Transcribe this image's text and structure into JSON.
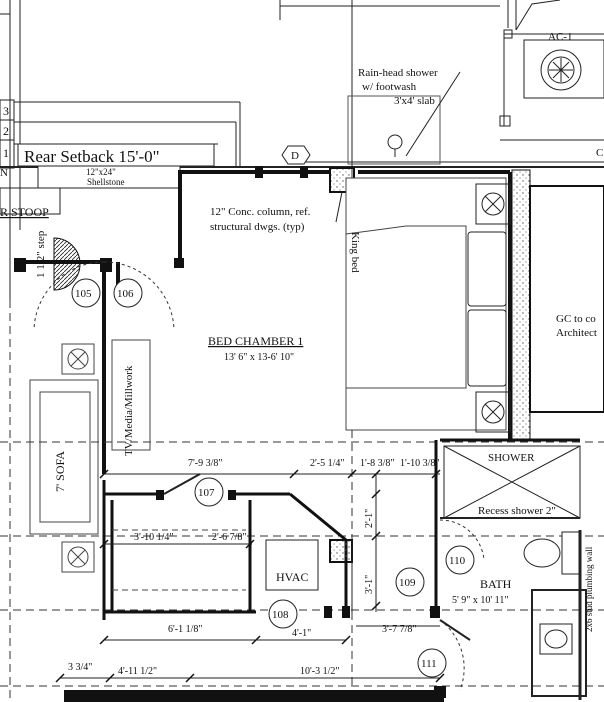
{
  "sheet": {
    "level_markers": [
      "3",
      "2",
      "1"
    ],
    "edge_text": [
      "N",
      "C"
    ]
  },
  "labels": {
    "rear_setback": "Rear Setback 15'-0\"",
    "shellstone": [
      "12\"x24\"",
      "Shellstone"
    ],
    "stoop": "R STOOP",
    "step": "1 1/2\" step",
    "ac_unit": "AC-1",
    "shower_note": [
      "Rain-head shower",
      "w/ footwash",
      "3'x4' slab"
    ],
    "column_tag": "D",
    "column_note": [
      "12\" Conc. column, ref.",
      "structural dwgs. (typ)"
    ],
    "bed": "King bed",
    "gc_note": [
      "GC to co",
      "Architect"
    ],
    "tv_wall": "TV/Media/Millwork",
    "sofa": "7' SOFA",
    "hvac": "HVAC",
    "shower_room": "SHOWER",
    "recess": "Recess shower 2\"",
    "bath_title": "BATH",
    "bath_dims": "5' 9\" x 10' 11\"",
    "plumbing_wall": "2x6 stud plumbing wall",
    "bed_chamber_title": "BED CHAMBER 1",
    "bed_chamber_dims": "13' 6\" x 13-6' 10\""
  },
  "doors": [
    "105",
    "106",
    "107",
    "108",
    "109",
    "110",
    "111"
  ],
  "dimensions": {
    "d_7_9": "7'-9 3/8\"",
    "d_2_5": "2'-5 1/4\"",
    "d_1_8": "1'-8 3/8\"",
    "d_1_10": "1'-10 3/8\"",
    "d_3_10": "3'-10 1/4\"",
    "d_2_6": "2'-6 7/8\"",
    "d_2_1": "2'-1\"",
    "d_3_1": "3'-1\"",
    "d_6_1": "6'-1 1/8\"",
    "d_4_1": "4'-1\"",
    "d_3_7": "3'-7 7/8\"",
    "d_3_4": "3 3/4\"",
    "d_4_11": "4'-11 1/2\"",
    "d_10_3": "10'-3 1/2\""
  }
}
